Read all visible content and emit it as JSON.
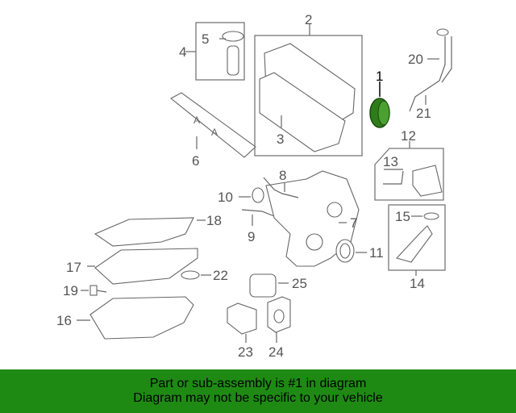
{
  "diagram": {
    "callouts": [
      "1",
      "2",
      "3",
      "4",
      "5",
      "6",
      "7",
      "8",
      "9",
      "10",
      "11",
      "12",
      "13",
      "14",
      "15",
      "16",
      "17",
      "18",
      "19",
      "20",
      "21",
      "22",
      "23",
      "24",
      "25"
    ],
    "highlight_color": "#2e7d1a"
  },
  "banner": {
    "line1": "Part or sub-assembly is #1 in diagram",
    "line2": "Diagram may not be specific to your vehicle",
    "bg_color": "#1e8a14"
  }
}
